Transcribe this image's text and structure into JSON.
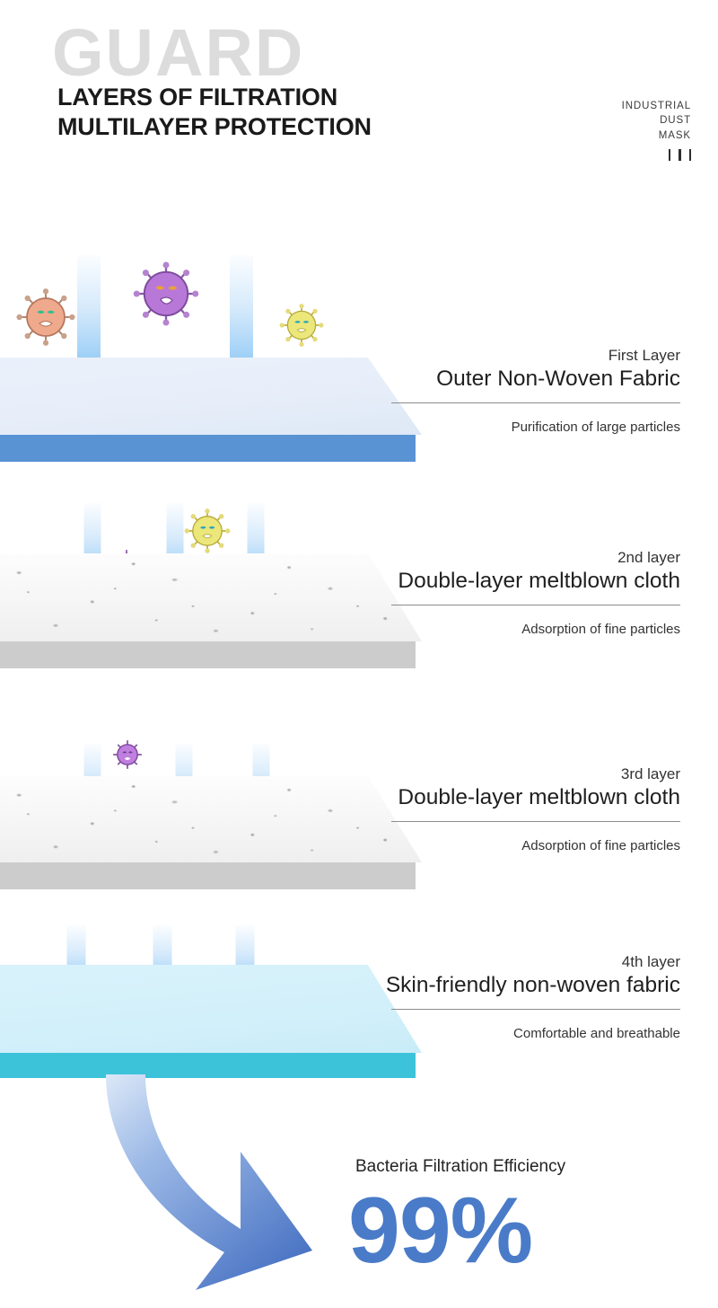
{
  "header": {
    "watermark": "GUARD",
    "title_line1": "LAYERS OF FILTRATION",
    "title_line2": "MULTILAYER PROTECTION",
    "badge": {
      "line1": "INDUSTRIAL",
      "line2": "DUST",
      "line3": "MASK"
    }
  },
  "layers": [
    {
      "label": "First Layer",
      "title": "Outer Non-Woven Fabric",
      "caption": "Purification of large particles",
      "material": "non-woven",
      "top_color": "#e7eef9",
      "edge_color": "#5a93d4",
      "germs": [
        "orange",
        "purple",
        "yellow"
      ],
      "arrows": 2
    },
    {
      "label": "2nd layer",
      "title": "Double-layer meltblown cloth",
      "caption": "Adsorption of fine particles",
      "material": "meltblown",
      "top_color": "#f2f2f2",
      "edge_color": "#cccccc",
      "germs": [
        "purple",
        "yellow"
      ],
      "arrows": 3
    },
    {
      "label": "3rd layer",
      "title": "Double-layer meltblown cloth",
      "caption": "Adsorption of fine particles",
      "material": "meltblown",
      "top_color": "#f2f2f2",
      "edge_color": "#cccccc",
      "germs": [
        "purple"
      ],
      "arrows": 3
    },
    {
      "label": "4th layer",
      "title": "Skin-friendly non-woven fabric",
      "caption": "Comfortable and breathable",
      "material": "non-woven",
      "top_color": "#d2f0fa",
      "edge_color": "#3cc3da",
      "germs": [],
      "arrows": 3
    }
  ],
  "footer": {
    "efficiency_label": "Bacteria Filtration Efficiency",
    "efficiency_value": "99%",
    "efficiency_color": "#4a7bc8"
  },
  "icons": {
    "down_arrow": "arrow-down-icon",
    "curved_arrow": "curved-arrow-down-icon",
    "germ": "germ-icon",
    "brand_bars": "bars-icon"
  }
}
